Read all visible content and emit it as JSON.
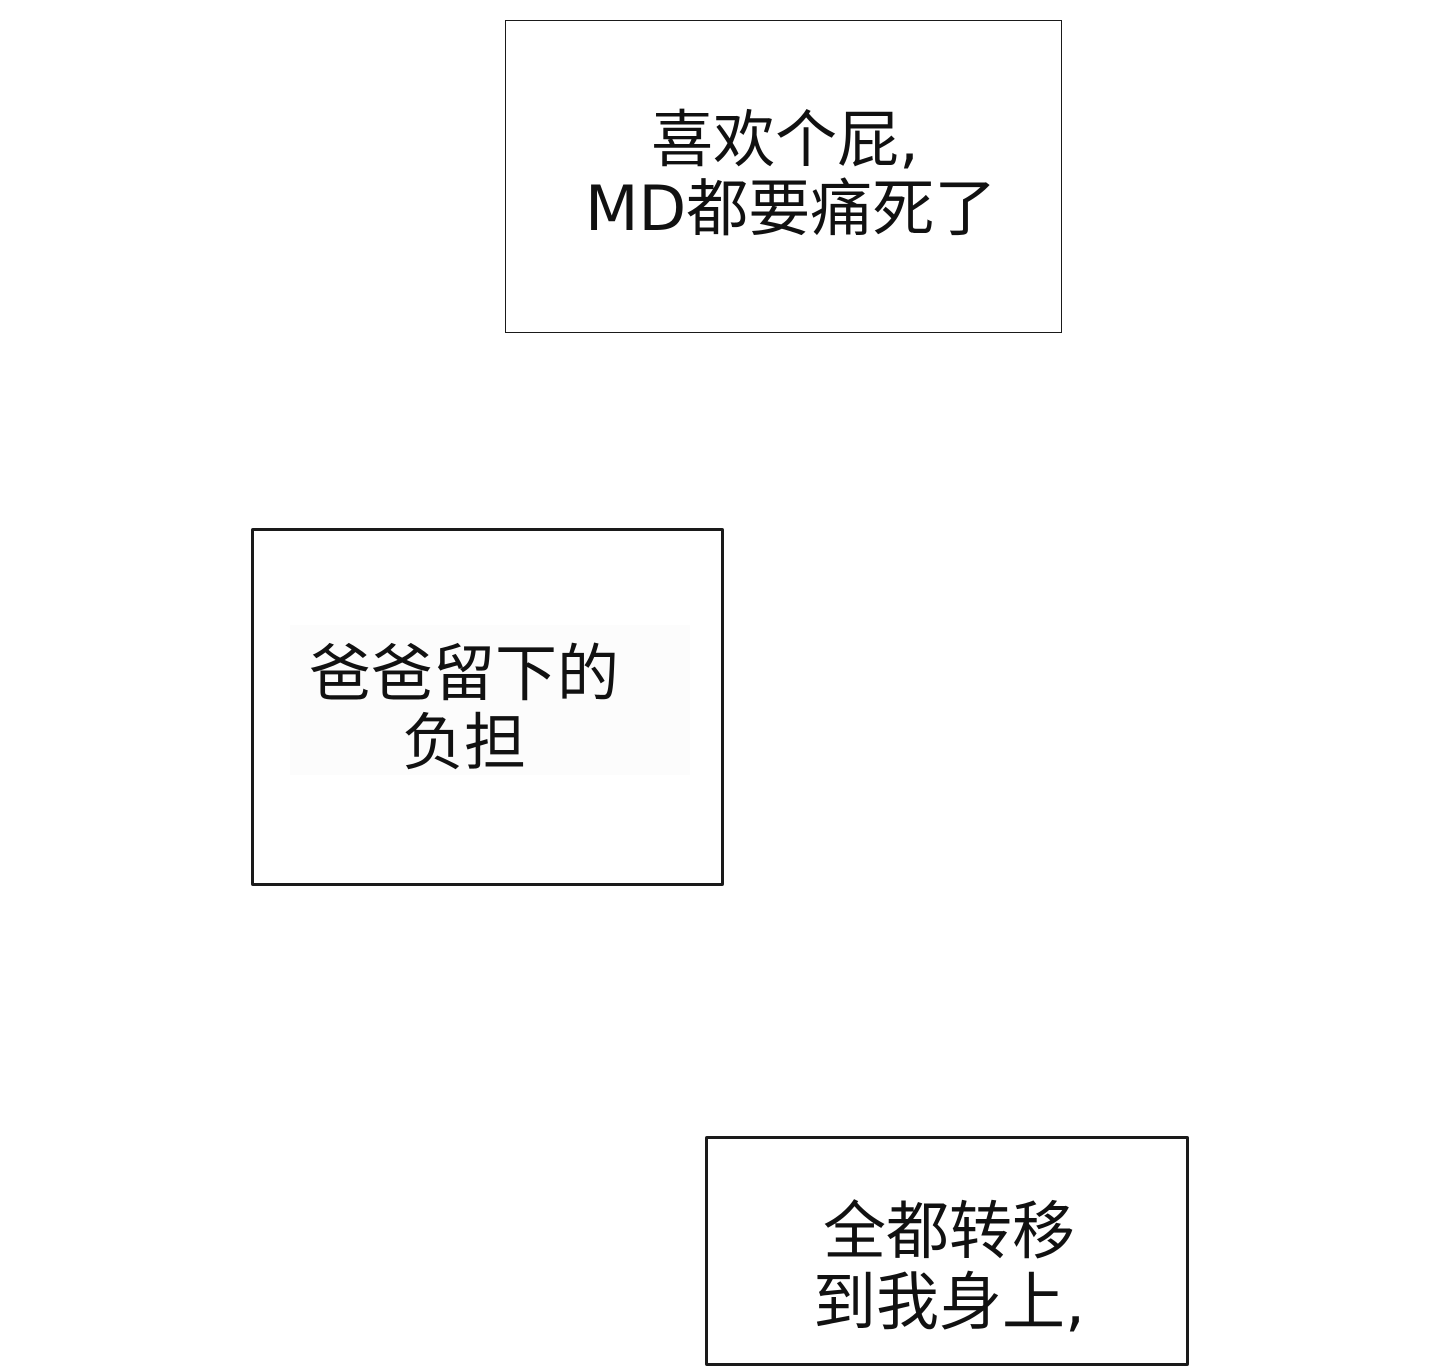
{
  "panels": [
    {
      "lines": [
        "喜欢个屁,",
        "MD都要痛死了"
      ]
    },
    {
      "lines": [
        "爸爸留下的",
        "负担"
      ]
    },
    {
      "lines": [
        "全都转移",
        "到我身上,"
      ]
    }
  ]
}
